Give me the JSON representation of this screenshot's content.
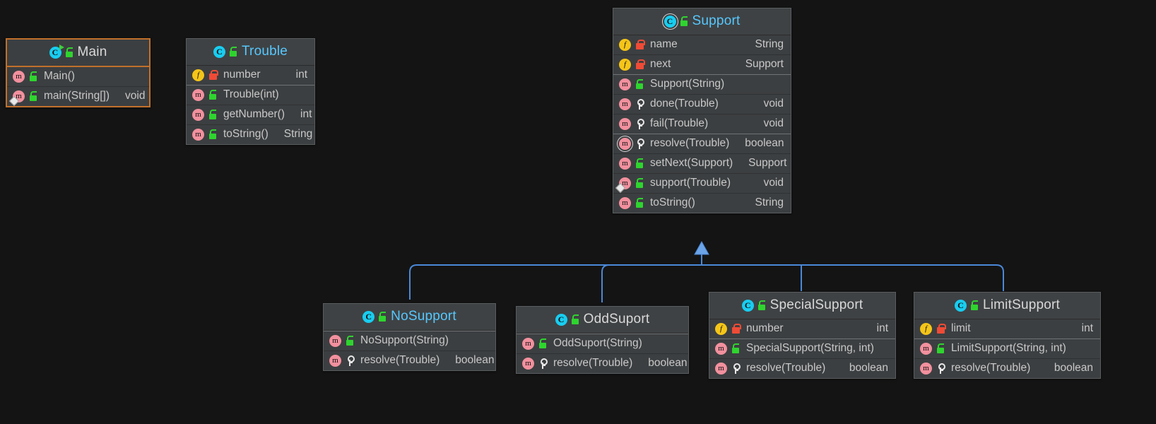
{
  "canvas": {
    "background": "#141414",
    "link_color": "#4a88d8"
  },
  "diagram": {
    "type": "uml-class-diagram",
    "classes": [
      {
        "id": "main",
        "name": "Main",
        "icon": "class-runnable-icon",
        "visibility": "public",
        "selected": true,
        "name_color": "#d8d8d8",
        "members": [
          {
            "icon": "method-icon",
            "visibility": "public",
            "label": "Main()",
            "type": ""
          },
          {
            "icon": "method-override-icon",
            "visibility": "public",
            "label": "main(String[])",
            "type": "void"
          }
        ]
      },
      {
        "id": "trouble",
        "name": "Trouble",
        "icon": "class-icon",
        "visibility": "public",
        "selected": false,
        "name_color": "#56c8ff",
        "members": [
          {
            "icon": "field-icon",
            "visibility": "private",
            "label": "number",
            "type": "int"
          },
          {
            "icon": "method-icon",
            "visibility": "public",
            "label": "Trouble(int)",
            "type": "",
            "separator": "strong"
          },
          {
            "icon": "method-icon",
            "visibility": "public",
            "label": "getNumber()",
            "type": "int"
          },
          {
            "icon": "method-icon",
            "visibility": "public",
            "label": "toString()",
            "type": "String"
          }
        ]
      },
      {
        "id": "support",
        "name": "Support",
        "icon": "class-abstract-icon",
        "visibility": "public",
        "selected": false,
        "name_color": "#56c8ff",
        "members": [
          {
            "icon": "field-icon",
            "visibility": "private",
            "label": "name",
            "type": "String"
          },
          {
            "icon": "field-icon",
            "visibility": "private",
            "label": "next",
            "type": "Support"
          },
          {
            "icon": "method-icon",
            "visibility": "public",
            "label": "Support(String)",
            "type": "",
            "separator": "strong"
          },
          {
            "icon": "method-icon",
            "visibility": "protected",
            "label": "done(Trouble)",
            "type": "void"
          },
          {
            "icon": "method-icon",
            "visibility": "protected",
            "label": "fail(Trouble)",
            "type": "void"
          },
          {
            "icon": "method-abstract-icon",
            "visibility": "protected",
            "label": "resolve(Trouble)",
            "type": "boolean",
            "separator": "strong"
          },
          {
            "icon": "method-icon",
            "visibility": "public",
            "label": "setNext(Support)",
            "type": "Support"
          },
          {
            "icon": "method-override-icon",
            "visibility": "public",
            "label": "support(Trouble)",
            "type": "void"
          },
          {
            "icon": "method-icon",
            "visibility": "public",
            "label": "toString()",
            "type": "String"
          }
        ]
      },
      {
        "id": "nosupport",
        "name": "NoSupport",
        "icon": "class-icon",
        "visibility": "public",
        "selected": false,
        "name_color": "#56c8ff",
        "members": [
          {
            "icon": "method-icon",
            "visibility": "public",
            "label": "NoSupport(String)",
            "type": "",
            "separator": "strong"
          },
          {
            "icon": "method-icon",
            "visibility": "protected",
            "label": "resolve(Trouble)",
            "type": "boolean"
          }
        ]
      },
      {
        "id": "oddsuport",
        "name": "OddSuport",
        "icon": "class-icon",
        "visibility": "public",
        "selected": false,
        "name_color": "#d8d8d8",
        "members": [
          {
            "icon": "method-icon",
            "visibility": "public",
            "label": "OddSuport(String)",
            "type": "",
            "separator": "strong"
          },
          {
            "icon": "method-icon",
            "visibility": "protected",
            "label": "resolve(Trouble)",
            "type": "boolean"
          }
        ]
      },
      {
        "id": "specialsupport",
        "name": "SpecialSupport",
        "icon": "class-icon",
        "visibility": "public",
        "selected": false,
        "name_color": "#d8d8d8",
        "members": [
          {
            "icon": "field-icon",
            "visibility": "private",
            "label": "number",
            "type": "int"
          },
          {
            "icon": "method-icon",
            "visibility": "public",
            "label": "SpecialSupport(String, int)",
            "type": "",
            "separator": "strong"
          },
          {
            "icon": "method-icon",
            "visibility": "protected",
            "label": "resolve(Trouble)",
            "type": "boolean"
          }
        ]
      },
      {
        "id": "limitsupport",
        "name": "LimitSupport",
        "icon": "class-icon",
        "visibility": "public",
        "selected": false,
        "name_color": "#d8d8d8",
        "members": [
          {
            "icon": "field-icon",
            "visibility": "private",
            "label": "limit",
            "type": "int"
          },
          {
            "icon": "method-icon",
            "visibility": "public",
            "label": "LimitSupport(String, int)",
            "type": "",
            "separator": "strong"
          },
          {
            "icon": "method-icon",
            "visibility": "protected",
            "label": "resolve(Trouble)",
            "type": "boolean"
          }
        ]
      }
    ],
    "relations": [
      {
        "kind": "generalization",
        "from": "nosupport",
        "to": "support"
      },
      {
        "kind": "generalization",
        "from": "oddsuport",
        "to": "support"
      },
      {
        "kind": "generalization",
        "from": "specialsupport",
        "to": "support"
      },
      {
        "kind": "generalization",
        "from": "limitsupport",
        "to": "support"
      }
    ]
  }
}
